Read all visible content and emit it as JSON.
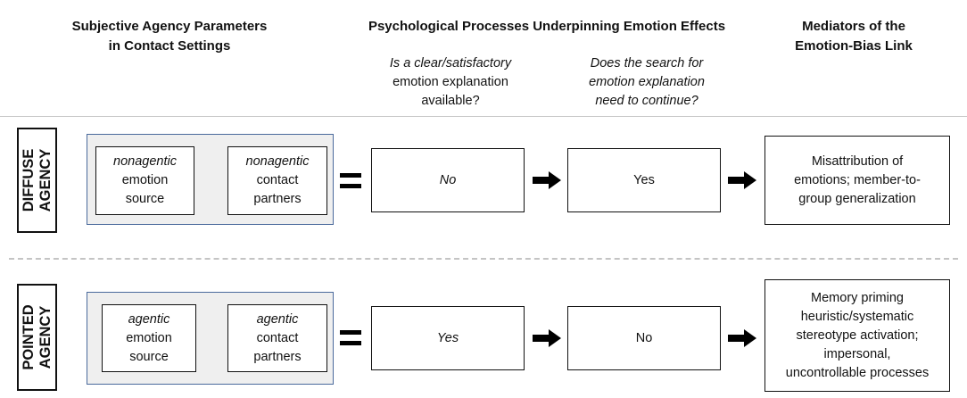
{
  "headers": {
    "col1": [
      "Subjective Agency Parameters",
      "in Contact Settings"
    ],
    "col2": "Psychological Processes Underpinning Emotion Effects",
    "col2_sub1": [
      "Is a clear/satisfactory",
      "emotion explanation",
      "available?"
    ],
    "col2_sub2": [
      "Does the search for",
      "emotion explanation",
      "need to continue?"
    ],
    "col3": [
      "Mediators of the",
      "Emotion-Bias Link"
    ]
  },
  "rows": [
    {
      "label": [
        "DIFFUSE",
        "AGENCY"
      ],
      "source": [
        "nonagentic",
        "emotion",
        "source"
      ],
      "partners": [
        "nonagentic",
        "contact",
        "partners"
      ],
      "explanation_available": "No",
      "search_continue": "Yes",
      "mediators": [
        "Misattribution of",
        "emotions; member-to-",
        "group generalization"
      ]
    },
    {
      "label": [
        "POINTED",
        "AGENCY"
      ],
      "source": [
        "agentic",
        "emotion",
        "source"
      ],
      "partners": [
        "agentic",
        "contact",
        "partners"
      ],
      "explanation_available": "Yes",
      "search_continue": "No",
      "mediators": [
        "Memory priming",
        "heuristic/systematic",
        "stereotype activation;",
        "impersonal,",
        "uncontrollable processes"
      ]
    }
  ],
  "colors": {
    "panel_border": "#4a6a9c",
    "panel_fill": "#efefef",
    "divider": "#c8c8c8"
  }
}
